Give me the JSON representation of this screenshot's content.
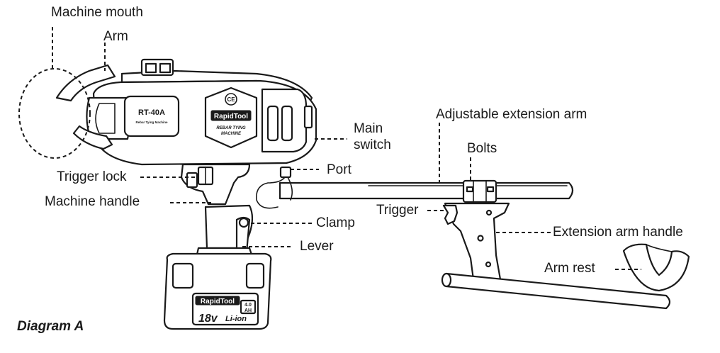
{
  "diagram": {
    "caption": "Diagram A",
    "labels": {
      "machine_mouth": "Machine mouth",
      "arm": "Arm",
      "main_switch_line1": "Main",
      "main_switch_line2": "switch",
      "trigger_lock": "Trigger lock",
      "port": "Port",
      "machine_handle": "Machine handle",
      "clamp": "Clamp",
      "lever": "Lever",
      "adjustable_extension_arm": "Adjustable extension arm",
      "bolts": "Bolts",
      "trigger": "Trigger",
      "extension_arm_handle": "Extension arm handle",
      "arm_rest": "Arm rest"
    },
    "device_markings": {
      "model": "RT-40A",
      "model_sub": "Rebar Tying Machine",
      "ce_mark": "CE",
      "brand": "RapidTool",
      "machine_type_line1": "REBAR TYING",
      "machine_type_line2": "MACHINE",
      "battery_brand": "RapidTool",
      "battery_capacity_value": "4.0",
      "battery_capacity_unit": "AH",
      "battery_voltage": "18v",
      "battery_chemistry": "Li-ion"
    }
  }
}
